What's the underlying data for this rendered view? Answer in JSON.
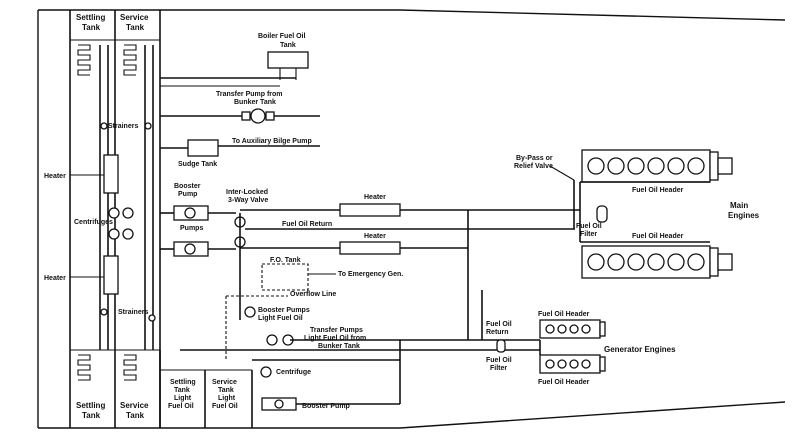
{
  "labels": {
    "settling_tank_top": [
      "Settling",
      "Tank"
    ],
    "service_tank_top": [
      "Service",
      "Tank"
    ],
    "settling_tank_bottom": [
      "Settling",
      "Tank"
    ],
    "service_tank_bottom": [
      "Service",
      "Tank"
    ],
    "boiler_fuel_oil_tank": [
      "Boiler Fuel Oil",
      "Tank"
    ],
    "transfer_pump_bunker": [
      "Transfer Pump from",
      "Bunker Tank"
    ],
    "strainers_top": "Strainers",
    "strainers_bottom": "Strainers",
    "sludge_tank": "Sudge Tank",
    "to_auxiliary_bilge_pump": "To Auxiliary Bilge Pump",
    "heater_left_top": "Heater",
    "heater_left_bottom": "Heater",
    "centrifuges": "Centrifuges",
    "booster_pump": [
      "Booster",
      "Pump"
    ],
    "pumps": "Pumps",
    "interlocked_valve": [
      "Inter-Locked",
      "3-Way Valve"
    ],
    "heater_mid_top": "Heater",
    "heater_mid_bottom": "Heater",
    "fuel_oil_return_mid": "Fuel Oil Return",
    "bypass_relief_valve": [
      "By-Pass or",
      "Relief Valve"
    ],
    "fuel_oil_header_top": "Fuel Oil Header",
    "fuel_oil_header_bottom": "Fuel Oil Header",
    "fuel_oil_filter_main": [
      "Fuel Oil",
      "Filter"
    ],
    "main_engines": [
      "Main",
      "Engines"
    ],
    "fo_tank": "F.O. Tank",
    "to_emergency_gen": "To Emergency Gen.",
    "overflow_line": "Overflow Line",
    "booster_pumps_light": [
      "Booster Pumps",
      "Light Fuel Oil"
    ],
    "transfer_pumps_light": [
      "Transfer Pumps",
      "Light Fuel Oil from",
      "Bunker Tank"
    ],
    "centrifuge": "Centrifuge",
    "fuel_oil_return_right": [
      "Fuel Oil",
      "Return"
    ],
    "fuel_oil_filter_gen": [
      "Fuel Oil",
      "Filter"
    ],
    "fuel_oil_header_gen_top": "Fuel Oil Header",
    "fuel_oil_header_gen_bottom": "Fuel Oil Header",
    "generator_engines": "Generator Engines",
    "settling_tank_light": [
      "Settling",
      "Tank",
      "Light",
      "Fuel Oil"
    ],
    "service_tank_light": [
      "Service",
      "Tank",
      "Light",
      "Fuel Oil"
    ],
    "booster_pump_bottom": "Booster Pump"
  }
}
